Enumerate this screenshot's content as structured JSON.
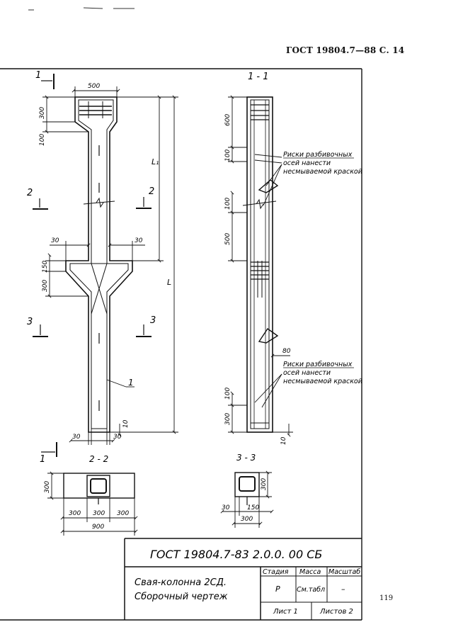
{
  "header": {
    "doc_ref": "ГОСТ 19804.7—88  С. 14"
  },
  "page_number": "119",
  "drawing": {
    "main_view": {
      "section_marks": {
        "s1": "1",
        "s2": "2",
        "s3": "3"
      },
      "dims": {
        "head_width": "500",
        "head_height": "300",
        "taper_height": "100",
        "length_l1": "L₁",
        "length_l": "L",
        "offset_left": "30",
        "offset_right": "30",
        "bracket_top": "150",
        "bracket_height": "300",
        "foot_left": "30",
        "foot_right": "30",
        "foot_bottom": "10"
      },
      "callout_1": "1"
    },
    "section_1_1": {
      "title": "1 - 1",
      "dims": {
        "d600": "600",
        "d100a": "100",
        "d100b": "100",
        "d500": "500",
        "d80": "80",
        "d100c": "100",
        "d300": "300",
        "d10": "10"
      },
      "note_top": [
        "Риски разбивочных",
        "осей нанести",
        "несмываемой краской"
      ],
      "note_bottom": [
        "Риски разбивочных",
        "осей нанести",
        "несмываемой краской"
      ]
    },
    "section_2_2": {
      "title": "2 - 2",
      "dims": {
        "height": "300",
        "w1": "300",
        "w2": "300",
        "w3": "300",
        "total": "900"
      }
    },
    "section_3_3": {
      "title": "3 - 3",
      "dims": {
        "height": "300",
        "left": "30",
        "mid": "150",
        "width": "300"
      }
    }
  },
  "title_block": {
    "code": "ГОСТ 19804.7-83  2.0.0. 00 СБ",
    "name_line1": "Свая-колонна 2СД.",
    "name_line2": "Сборочный чертеж",
    "col_stage": "Стадия",
    "col_mass": "Масса",
    "col_scale": "Масштаб",
    "stage_value": "Р",
    "mass_value": "См.табл",
    "scale_value": "–",
    "sheet": "Лист 1",
    "sheets": "Листов 2"
  }
}
